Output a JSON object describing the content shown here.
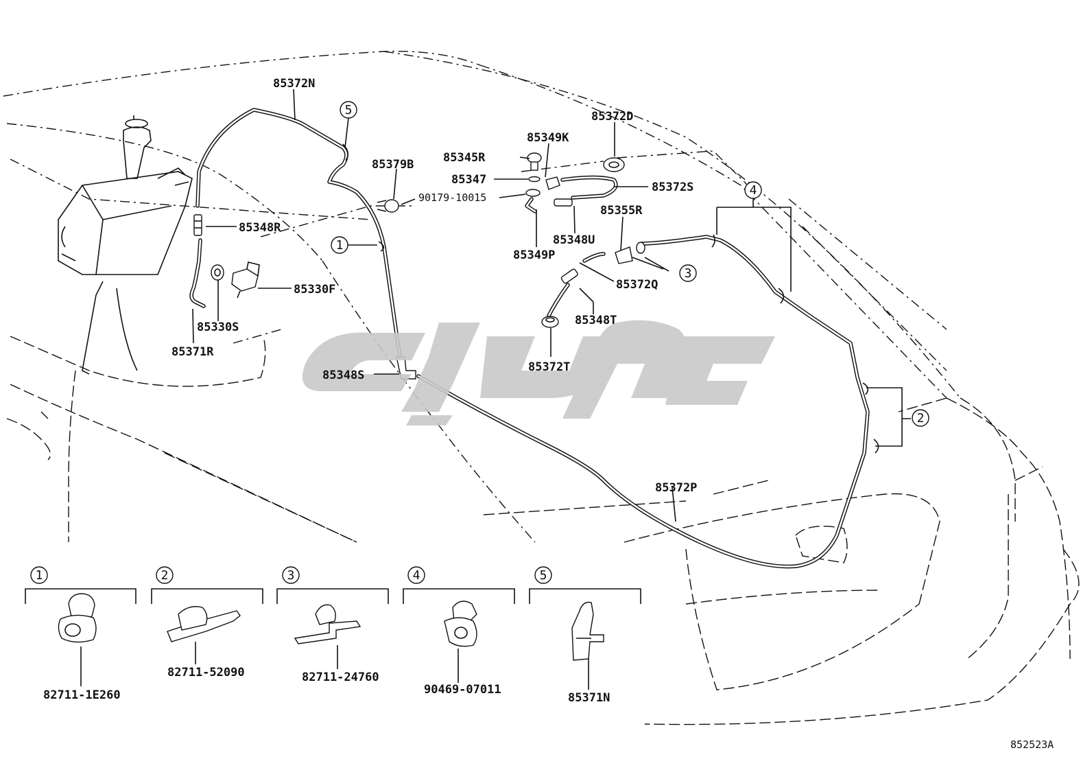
{
  "diagram_code": "852523A",
  "parts": {
    "p85372N": "85372N",
    "p85372D": "85372D",
    "p85349K": "85349K",
    "p85345R": "85345R",
    "p85379B": "85379B",
    "p85347": "85347",
    "p85372S": "85372S",
    "p90179": "90179-10015",
    "p85355R": "85355R",
    "p85348R": "85348R",
    "p85348U": "85348U",
    "p85349P": "85349P",
    "p85330F": "85330F",
    "p85372Q": "85372Q",
    "p85330S": "85330S",
    "p85348T": "85348T",
    "p85371R": "85371R",
    "p85372T": "85372T",
    "p85348S": "85348S",
    "p85372P": "85372P"
  },
  "callouts": {
    "c1": "1",
    "c2": "2",
    "c3": "3",
    "c4": "4",
    "c5": "5"
  },
  "clips": [
    {
      "number": "1",
      "part": "82711-1E260"
    },
    {
      "number": "2",
      "part": "82711-52090"
    },
    {
      "number": "3",
      "part": "82711-24760"
    },
    {
      "number": "4",
      "part": "90469-07011"
    },
    {
      "number": "5",
      "part": "85371N"
    }
  ]
}
